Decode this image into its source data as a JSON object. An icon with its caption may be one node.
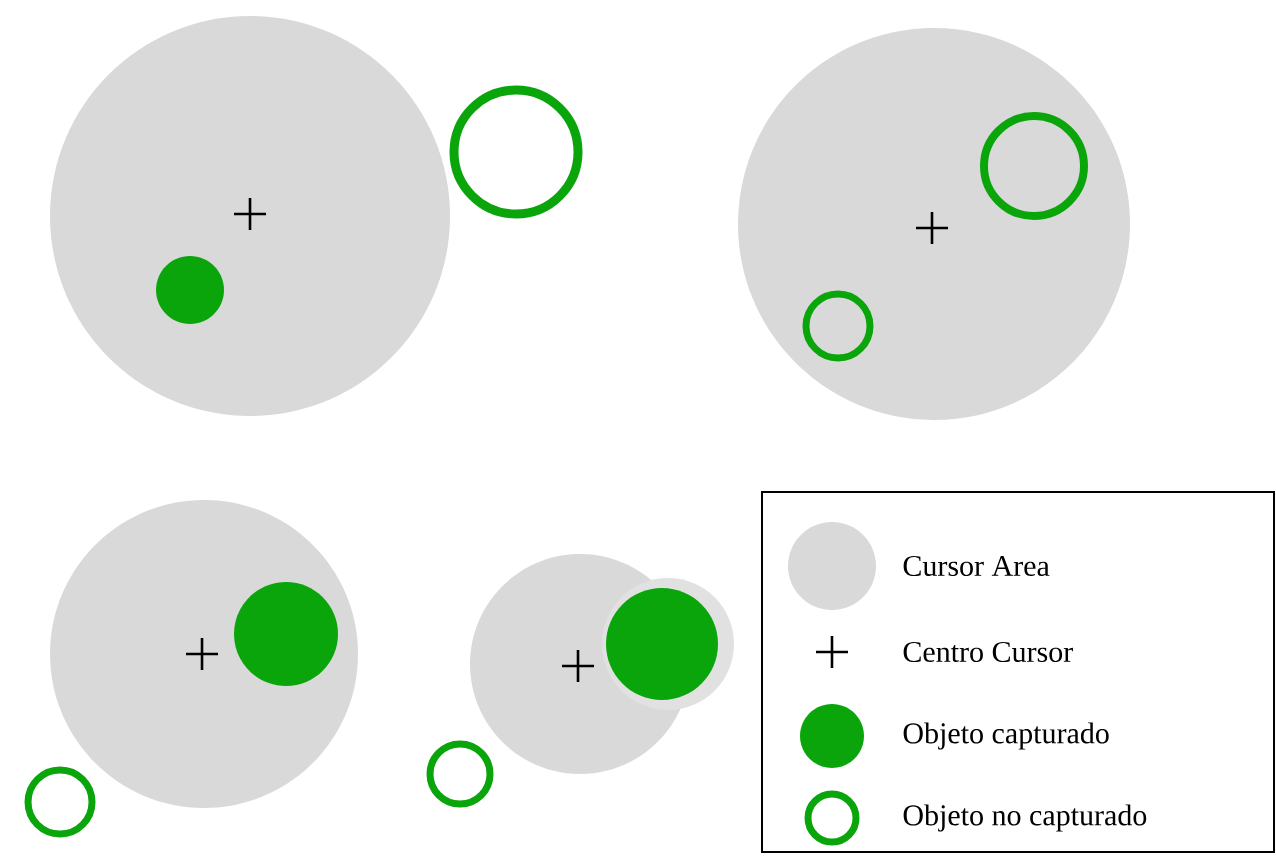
{
  "diagram": {
    "legend": [
      {
        "text": "Cursor Area",
        "color": "#d9d9d9"
      },
      {
        "text": "Centro Cursor"
      },
      {
        "text": "Objeto capturado",
        "color": "#0aa50a"
      },
      {
        "text": "Objeto no capturado"
      }
    ]
  }
}
